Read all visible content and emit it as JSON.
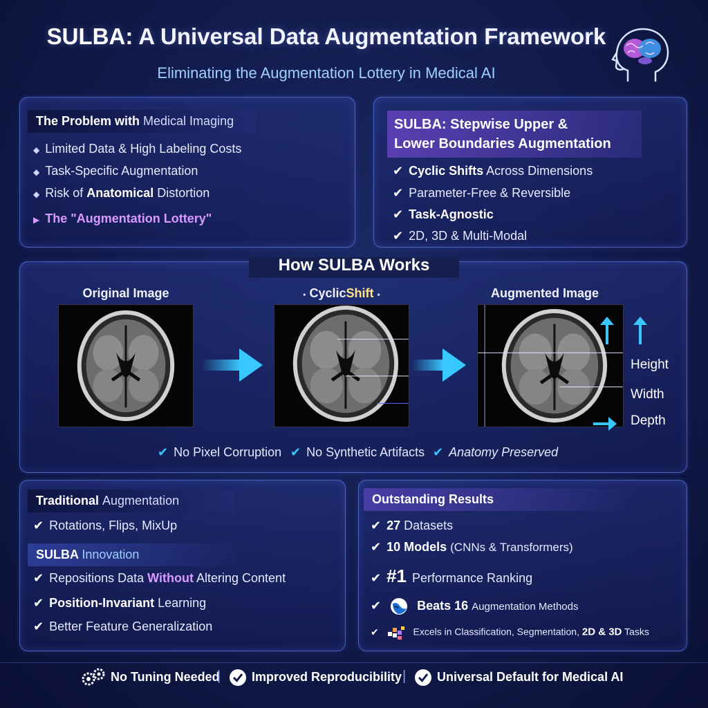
{
  "header": {
    "title_accent": "SULBA:",
    "title_rest": "A Universal Data Augmentation Framework",
    "subtitle": "Eliminating the Augmentation Lottery in Medical AI"
  },
  "problem": {
    "heading_bold": "The Problem with",
    "heading_light": "Medical Imaging",
    "items": [
      {
        "pre": "",
        "bold": "",
        "text": "Limited Data & High Labeling Costs"
      },
      {
        "pre": "",
        "bold": "",
        "text": "Task-Specific Augmentation"
      },
      {
        "pre": "Risk of ",
        "bold": "Anatomical",
        "text": " Distortion"
      }
    ],
    "lottery": "The \"Augmentation Lottery\""
  },
  "sulba_def": {
    "line1_bold": "SULBA:",
    "line1_rest": "Stepwise Upper &",
    "line2": "Lower Boundaries Augmentation",
    "items": [
      {
        "bold": "Cyclic Shifts",
        "text": " Across Dimensions"
      },
      {
        "bold": "",
        "text": "Parameter-Free & Reversible"
      },
      {
        "bold": "Task-Agnostic",
        "text": ""
      },
      {
        "bold": "",
        "text": "2D, 3D & Multi-Modal"
      }
    ]
  },
  "how": {
    "title": "How SULBA Works",
    "original_label": "Original Image",
    "shift_label_pre": "Cyclic",
    "shift_label_acc": "Shift",
    "augmented_label": "Augmented Image",
    "dims": [
      "Height",
      "Width",
      "Depth"
    ],
    "checks": [
      "No Pixel Corruption",
      "No Synthetic Artifacts",
      "Anatomy Preserved"
    ]
  },
  "traditional": {
    "heading_bold": "Traditional",
    "heading_light": "Augmentation",
    "item": "Rotations, Flips, MixUp",
    "innovation_bold": "SULBA",
    "innovation_light": "Innovation",
    "items": [
      {
        "pre": "Repositions Data ",
        "acc": "Without",
        "post": " Altering Content"
      },
      {
        "pre": "",
        "bold": "Position-Invariant",
        "post": " Learning"
      },
      {
        "pre": "Better Feature Generalization",
        "acc": "",
        "post": ""
      }
    ]
  },
  "results": {
    "heading": "Outstanding Results",
    "r1_bold": "27",
    "r1_text": "Datasets",
    "r2_bold": "10 Models",
    "r2_text": "(CNNs & Transformers)",
    "r3_bold": "#1",
    "r3_text": "Performance Ranking",
    "r4_bold": "Beats 16",
    "r4_text": "Augmentation Methods",
    "r5_text": "Excels in Classification, Segmentation,",
    "r5_bold": "2D & 3D",
    "r5_tail": "Tasks"
  },
  "footer": {
    "items": [
      "No Tuning Needed",
      "Improved Reproducibility",
      "Universal Default for Medical AI"
    ],
    "separator": "|"
  },
  "colors": {
    "accent_purple": "#d79bff",
    "accent_cyan": "#38c8ff",
    "panel_border": "#7896ff"
  }
}
